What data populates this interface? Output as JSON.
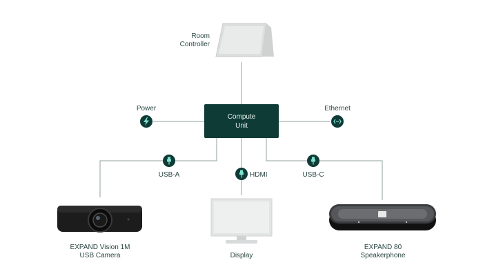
{
  "hub": {
    "line1": "Compute",
    "line2": "Unit"
  },
  "room_controller": {
    "line1": "Room",
    "line2": "Controller",
    "icon": "tablet-icon"
  },
  "power": {
    "label": "Power",
    "icon": "lightning-icon"
  },
  "ethernet": {
    "label": "Ethernet",
    "icon": "network-arrows-icon"
  },
  "usb_a": {
    "label": "USB-A",
    "icon": "usb-plug-icon"
  },
  "hdmi": {
    "label": "HDMI",
    "icon": "hdmi-plug-icon"
  },
  "usb_c": {
    "label": "USB-C",
    "icon": "usb-plug-icon"
  },
  "camera": {
    "line1": "EXPAND Vision 1M",
    "line2": "USB Camera",
    "icon": "camera-icon"
  },
  "display": {
    "label": "Display",
    "icon": "monitor-icon"
  },
  "speaker": {
    "line1": "EXPAND 80",
    "line2": "Speakerphone",
    "icon": "speakerphone-icon"
  },
  "colors": {
    "accent": "#0f3b37",
    "icon_fill": "#7fe3cf",
    "line": "#8fa29f",
    "device_gray": "#d9dcdc"
  }
}
